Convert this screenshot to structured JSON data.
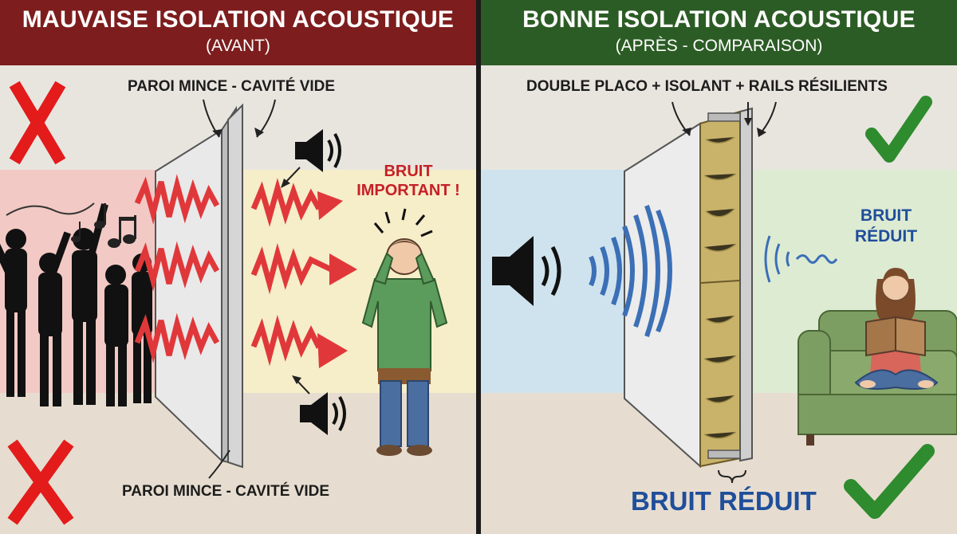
{
  "left": {
    "title": "MAUVAISE ISOLATION ACOUSTIQUE",
    "subtitle": "(AVANT)",
    "label_top": "PAROI MINCE - CAVITÉ VIDE",
    "label_bottom": "PAROI MINCE - CAVITÉ VIDE",
    "noise_line1": "BRUIT",
    "noise_line2": "IMPORTANT !",
    "marker": "cross-icon"
  },
  "right": {
    "title": "BONNE ISOLATION ACOUSTIQUE",
    "subtitle": "(APRÈS - COMPARAISON)",
    "label_top": "DOUBLE PLACO + ISOLANT + RAILS RÉSILIENTS",
    "noise_line1": "BRUIT",
    "noise_line2": "RÉDUIT",
    "bottom_label": "BRUIT RÉDUIT",
    "marker": "check-icon"
  },
  "colors": {
    "bad_header": "#7d1d1d",
    "good_header": "#2c5c25",
    "noise_red": "#e0383a",
    "wave_blue": "#3b6fb6",
    "label_blue": "#1f4e9a",
    "check_green": "#2e8b2e",
    "cross_red": "#e31b1b"
  }
}
